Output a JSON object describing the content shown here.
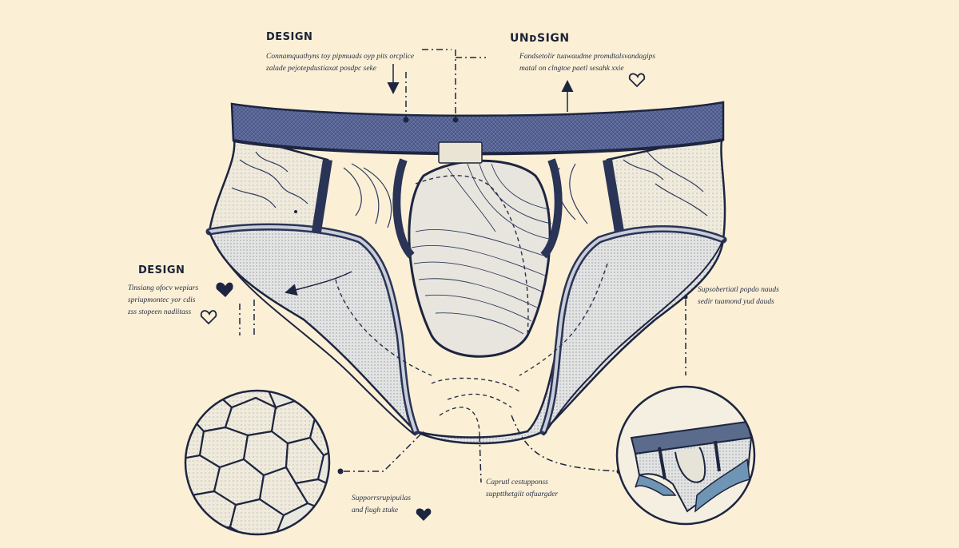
{
  "colors": {
    "background": "#fbf0d6",
    "ink": "#1e2540",
    "waistband": "#3d4a7a",
    "fabric": "#d9dde2",
    "accent_blue": "#6f95b4"
  },
  "callouts": {
    "top_left": {
      "heading": "DESIGN",
      "lines": [
        "Connamquathyns toy pipmuads oyp pits orcplice",
        "zalade pejotepdustiaxat posdpc seke"
      ]
    },
    "top_right": {
      "heading": "UNᴅSIGN",
      "lines": [
        "Fandsetolir tuawaudme promdtalsvandagips",
        "matal on clngtoe paetl sesahk xxie"
      ]
    },
    "mid_left": {
      "heading": "DESIGN",
      "lines": [
        "Tinsiang ofocv wepiars",
        "spriupmontec yor cdis",
        "zss stopeen nadlitass"
      ]
    },
    "mid_right": {
      "lines": [
        "Supsobertiatl popdo nauds",
        "sedir tuamond yud dauds"
      ]
    },
    "bottom_left": {
      "lines": [
        "Supporrsrupipuilas",
        "and fiugh ztuke"
      ]
    },
    "bottom_center": {
      "lines": [
        "Caprutl cestupponss",
        "supptthetgiit otfuargder"
      ]
    }
  },
  "icons": [
    "heart-icon",
    "arrow-icon",
    "label-tag-icon",
    "fabric-texture-magnifier",
    "underwear-thumbnail-magnifier"
  ]
}
